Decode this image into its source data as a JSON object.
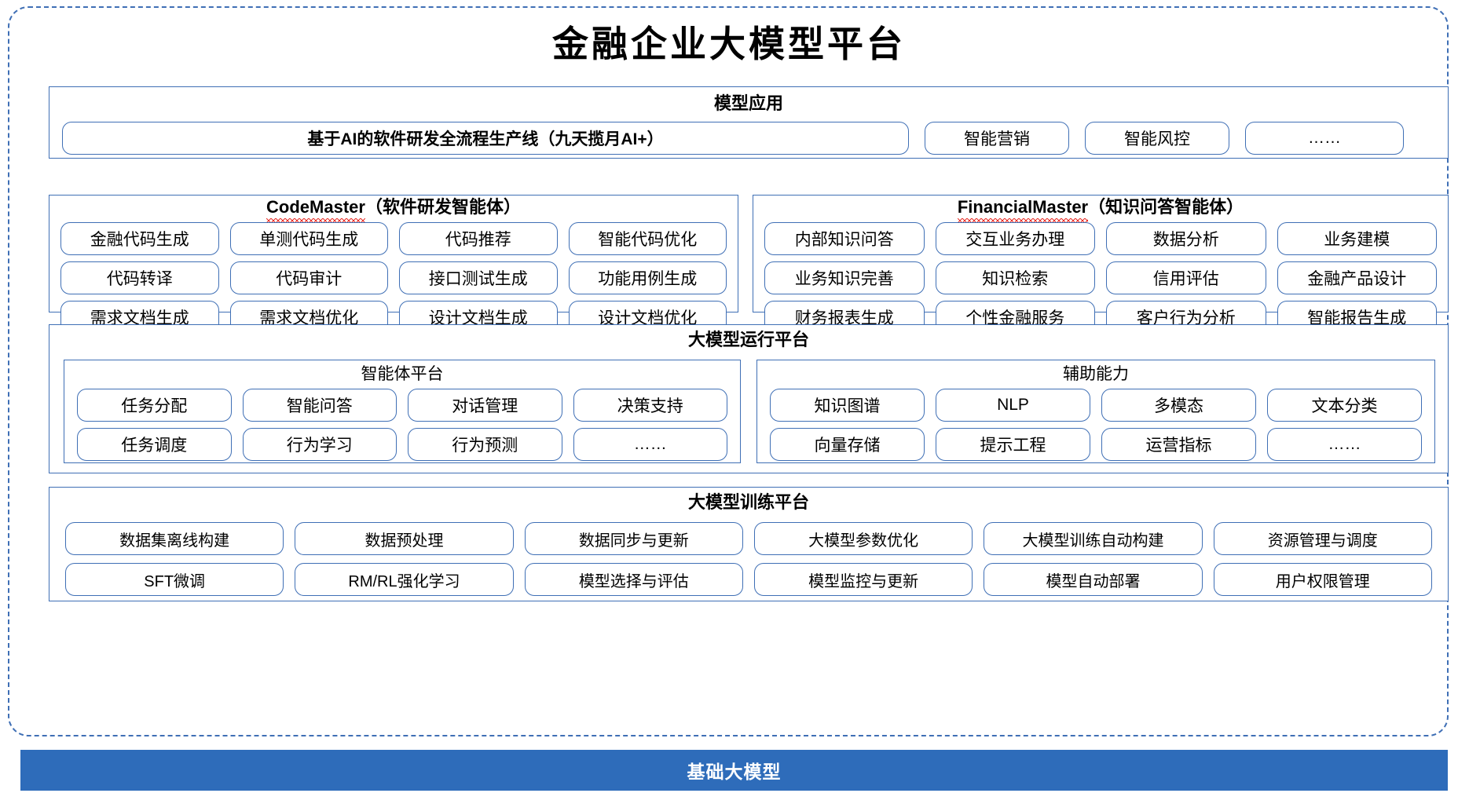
{
  "title": "金融企业大模型平台",
  "colors": {
    "border_blue": "#3f6fb5",
    "foundation_bar": "#2e6cba",
    "spellcheck_red": "#e8302a",
    "background": "#ffffff"
  },
  "application_band": {
    "title": "模型应用",
    "flagship": "基于AI的软件研发全流程生产线（九天揽月AI+）",
    "items": [
      "智能营销",
      "智能风控",
      "……"
    ]
  },
  "agents": [
    {
      "name": "CodeMaster",
      "name_suffix": "（软件研发智能体）",
      "spellcheck_underline": true,
      "rows": [
        [
          "金融代码生成",
          "单测代码生成",
          "代码推荐",
          "智能代码优化"
        ],
        [
          "代码转译",
          "代码审计",
          "接口测试生成",
          "功能用例生成"
        ],
        [
          "需求文档生成",
          "需求文档优化",
          "设计文档生成",
          "设计文档优化"
        ]
      ]
    },
    {
      "name": "FinancialMaster",
      "name_suffix": "（知识问答智能体）",
      "spellcheck_underline": true,
      "rows": [
        [
          "内部知识问答",
          "交互业务办理",
          "数据分析",
          "业务建模"
        ],
        [
          "业务知识完善",
          "知识检索",
          "信用评估",
          "金融产品设计"
        ],
        [
          "财务报表生成",
          "个性金融服务",
          "客户行为分析",
          "智能报告生成"
        ]
      ]
    }
  ],
  "runtime": {
    "title": "大模型运行平台",
    "sub_panels": [
      {
        "title": "智能体平台",
        "rows": [
          [
            "任务分配",
            "智能问答",
            "对话管理",
            "决策支持"
          ],
          [
            "任务调度",
            "行为学习",
            "行为预测",
            "……"
          ]
        ]
      },
      {
        "title": "辅助能力",
        "rows": [
          [
            "知识图谱",
            "NLP",
            "多模态",
            "文本分类"
          ],
          [
            "向量存储",
            "提示工程",
            "运营指标",
            "……"
          ]
        ]
      }
    ]
  },
  "training": {
    "title": "大模型训练平台",
    "rows": [
      [
        "数据集离线构建",
        "数据预处理",
        "数据同步与更新",
        "大模型参数优化",
        "大模型训练自动构建",
        "资源管理与调度"
      ],
      [
        "SFT微调",
        "RM/RL强化学习",
        "模型选择与评估",
        "模型监控与更新",
        "模型自动部署",
        "用户权限管理"
      ]
    ]
  },
  "foundation": {
    "label": "基础大模型"
  }
}
